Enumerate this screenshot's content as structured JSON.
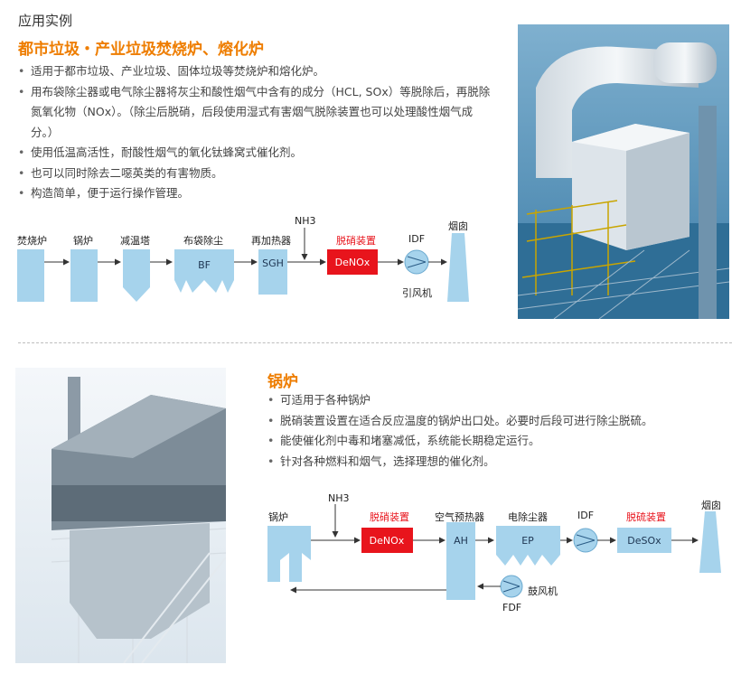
{
  "section1": {
    "heading_small": "应用实例",
    "heading_orange": "都市垃圾・产业垃圾焚烧炉、熔化炉",
    "bullets": [
      "适用于都市垃圾、产业垃圾、固体垃圾等焚烧炉和熔化炉。",
      "用布袋除尘器或电气除尘器将灰尘和酸性烟气中含有的成分（HCL, SOx）等脱除后，再脱除氮氧化物（NOx）。（除尘后脱硝，后段使用湿式有害烟气脱除装置也可以处理酸性烟气成分。）",
      "使用低温高活性，耐酸性烟气的氧化钛蜂窝式催化剂。",
      "也可以同时除去二噁英类的有害物质。",
      "构造简单，便于运行操作管理。"
    ],
    "flow": {
      "labels": [
        "焚烧炉",
        "锅炉",
        "减温塔",
        "布袋除尘",
        "再加热器",
        "脱硝装置",
        "IDF",
        "烟囱"
      ],
      "box_texts": [
        "BF",
        "SGH",
        "DeNOx"
      ],
      "nh3": "NH3",
      "fan_label": "引风机"
    }
  },
  "section2": {
    "heading": "锅炉",
    "bullets": [
      "可适用于各种锅炉",
      "脱硝装置设置在适合反应温度的锅炉出口处。必要时后段可进行除尘脱硫。",
      "能使催化剂中毒和堵塞减低，系统能长期稳定运行。",
      "针对各种燃料和烟气，选择理想的催化剂。"
    ],
    "flow": {
      "labels": [
        "锅炉",
        "脱硝装置",
        "空气预热器",
        "电除尘器",
        "IDF",
        "脱硫装置",
        "烟囱"
      ],
      "box_texts": [
        "DeNOx",
        "AH",
        "EP",
        "DeSOx"
      ],
      "nh3": "NH3",
      "fdf": "FDF",
      "fan_label": "鼓风机"
    }
  },
  "colors": {
    "orange": "#ee7d00",
    "box_blue": "#a6d3ec",
    "red_box": "#e8141c",
    "arrow": "#333333"
  },
  "icons": [
    "fan-icon",
    "arrow-icon"
  ]
}
